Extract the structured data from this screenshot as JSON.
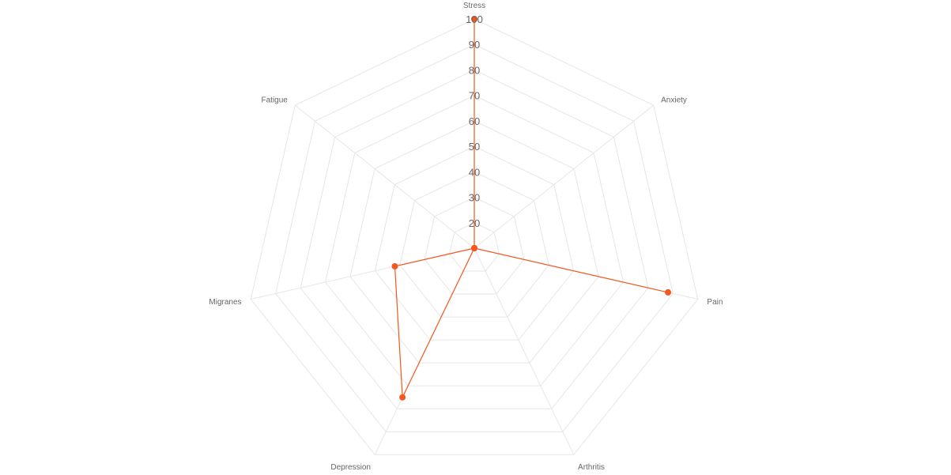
{
  "chart_data": {
    "type": "radar",
    "categories": [
      "Stress",
      "Anxiety",
      "Pain",
      "Arthritis",
      "Depression",
      "Migranes",
      "Fatigue"
    ],
    "series": [
      {
        "values": [
          100,
          10,
          88,
          10,
          75,
          42,
          10
        ],
        "color": "#f4561f"
      }
    ],
    "rmin": 10,
    "rmax": 100,
    "ticks": [
      20,
      30,
      40,
      50,
      60,
      70,
      80,
      90,
      100
    ],
    "grid": true,
    "grid_color": "#e6e6e6"
  }
}
